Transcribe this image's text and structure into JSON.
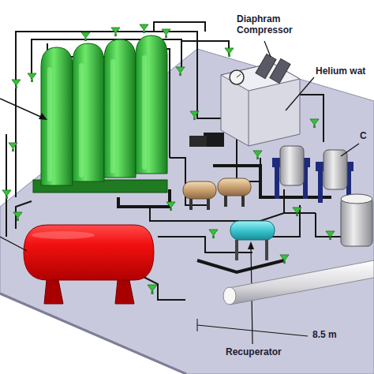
{
  "diagram": {
    "labels": [
      "Diaphram Compressor",
      "Helium wat",
      "C",
      "Recuperator",
      "8.5 m"
    ]
  }
}
